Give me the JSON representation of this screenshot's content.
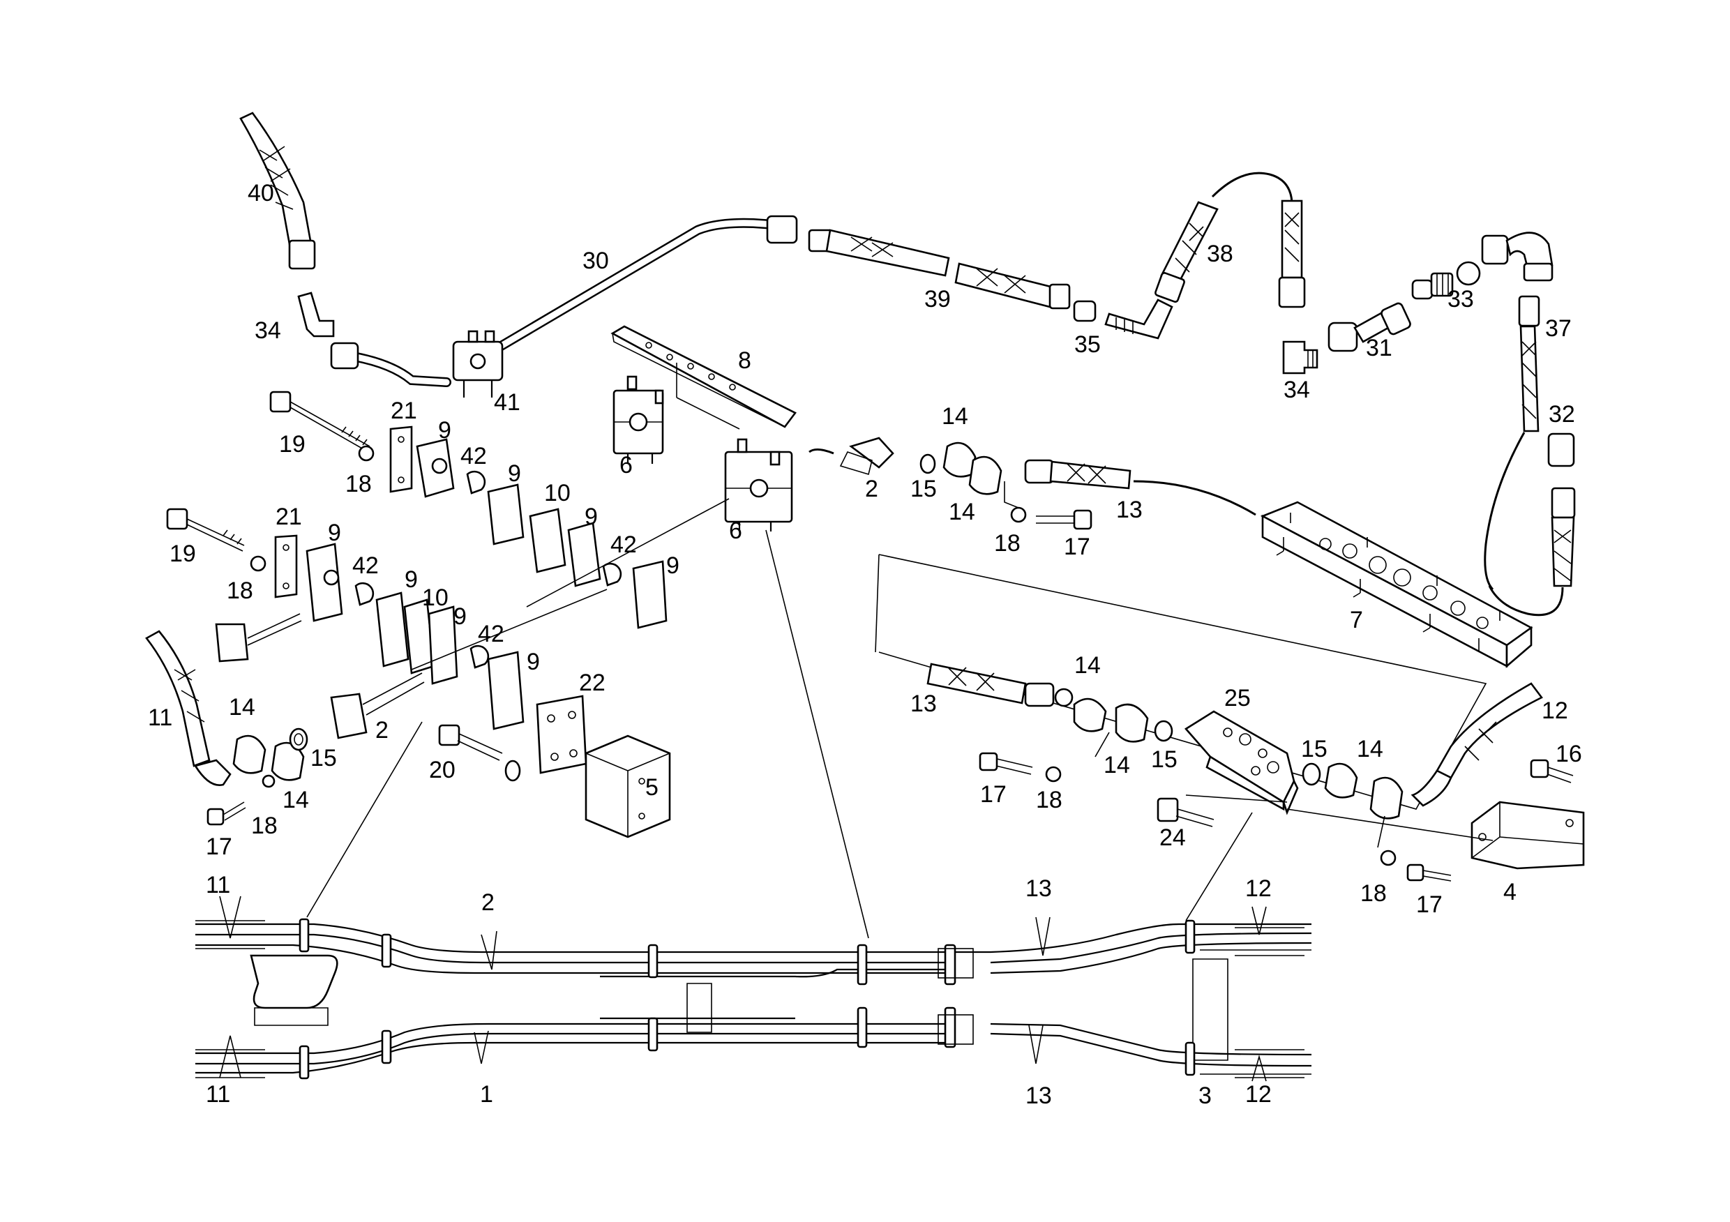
{
  "labels": {
    "l40": "40",
    "l34a": "34",
    "l30": "30",
    "l41": "41",
    "l39": "39",
    "l35": "35",
    "l38": "38",
    "l34b": "34",
    "l31": "31",
    "l33": "33",
    "l37": "37",
    "l32": "32",
    "l8": "8",
    "l6a": "6",
    "l6b": "6",
    "l21a": "21",
    "l9a": "9",
    "l19a": "19",
    "l18a": "18",
    "l42a": "42",
    "l9b": "9",
    "l10a": "10",
    "l9c": "9",
    "l21b": "21",
    "l9d": "9",
    "l19b": "19",
    "l18b": "18",
    "l42b": "42",
    "l9e": "9",
    "l10b": "10",
    "l9f": "9",
    "l42c": "42",
    "l9g": "9",
    "l42d": "42",
    "l9h": "9",
    "l22": "22",
    "l5": "5",
    "l20": "20",
    "l11a": "11",
    "l14a": "14",
    "l2a": "2",
    "l15a": "15",
    "l14b": "14",
    "l18c": "18",
    "l17a": "17",
    "l2b": "2",
    "l15b": "15",
    "l14c": "14",
    "l14d": "14",
    "l13a": "13",
    "l18d": "18",
    "l17b": "17",
    "l7": "7",
    "l13b": "13",
    "l14e": "14",
    "l25": "25",
    "l15c": "15",
    "l14f": "14",
    "l17c": "17",
    "l18e": "18",
    "l24": "24",
    "l15d": "15",
    "l14g": "14",
    "l12a": "12",
    "l16": "16",
    "l4": "4",
    "l18f": "18",
    "l17d": "17",
    "l11b": "11",
    "l2c": "2",
    "l13c": "13",
    "l12b": "12",
    "l11c": "11",
    "l1": "1",
    "l13d": "13",
    "l3": "3",
    "l12c": "12"
  }
}
